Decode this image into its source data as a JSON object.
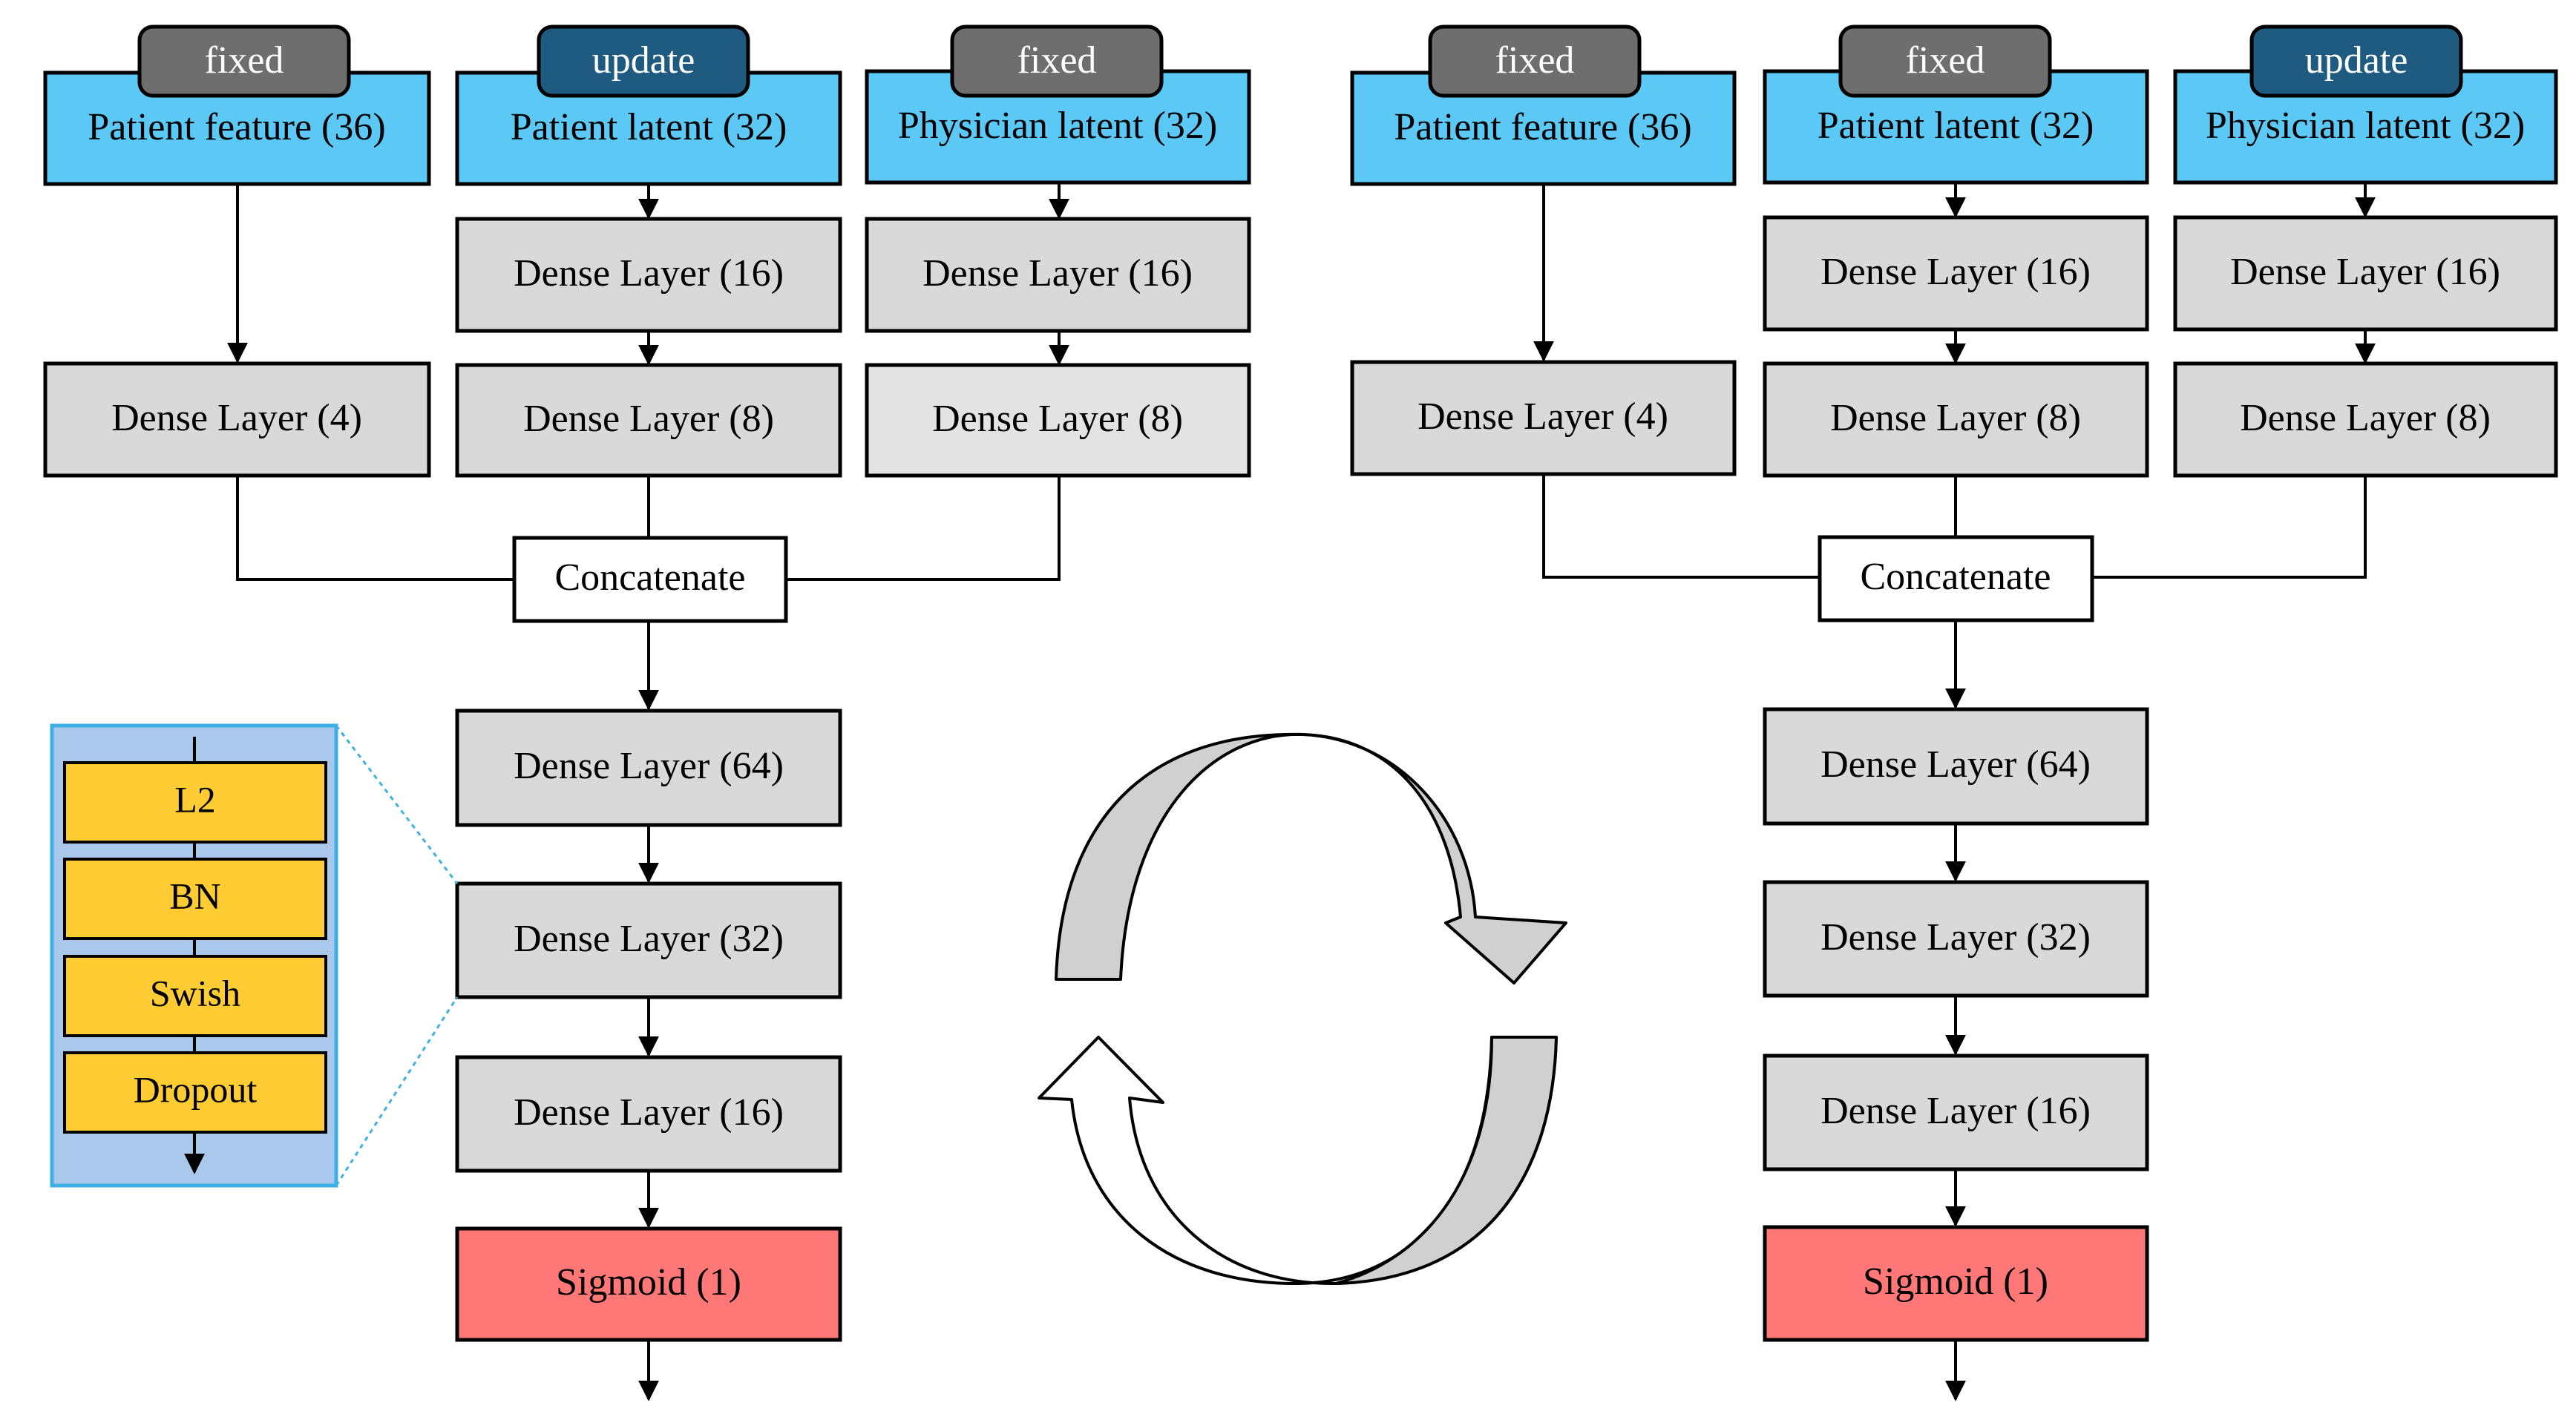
{
  "colors": {
    "input": "#5BC8F5",
    "dense": "#D9D9D9",
    "dense_light": "#E3E3E3",
    "concat": "#FFFFFF",
    "sigmoid": "#FF7777",
    "tag_fixed": "#6E6E6E",
    "tag_update": "#1F5A80",
    "inset_bg": "#AAC8EC",
    "inset_border": "#3FB0E6",
    "inset_block": "#FFCC33",
    "cycle_fill": "#D0D0D0",
    "line": "#000000"
  },
  "left_model": {
    "inputs": [
      {
        "tag": "fixed",
        "label": "Patient feature (36)"
      },
      {
        "tag": "update",
        "label": "Patient latent (32)"
      },
      {
        "tag": "fixed",
        "label": "Physician latent (32)"
      }
    ],
    "branch_layers": [
      [
        "Dense Layer (4)"
      ],
      [
        "Dense Layer (16)",
        "Dense Layer (8)"
      ],
      [
        "Dense Layer (16)",
        "Dense Layer (8)"
      ]
    ],
    "concat": "Concatenate",
    "trunk": [
      "Dense Layer (64)",
      "Dense Layer (32)",
      "Dense Layer (16)"
    ],
    "output": "Sigmoid (1)"
  },
  "right_model": {
    "inputs": [
      {
        "tag": "fixed",
        "label": "Patient feature (36)"
      },
      {
        "tag": "fixed",
        "label": "Patient latent (32)"
      },
      {
        "tag": "update",
        "label": "Physician latent (32)"
      }
    ],
    "branch_layers": [
      [
        "Dense Layer (4)"
      ],
      [
        "Dense Layer (16)",
        "Dense Layer (8)"
      ],
      [
        "Dense Layer (16)",
        "Dense Layer (8)"
      ]
    ],
    "concat": "Concatenate",
    "trunk": [
      "Dense Layer (64)",
      "Dense Layer (32)",
      "Dense Layer (16)"
    ],
    "output": "Sigmoid (1)"
  },
  "inset": {
    "blocks": [
      "L2",
      "BN",
      "Swish",
      "Dropout"
    ]
  }
}
